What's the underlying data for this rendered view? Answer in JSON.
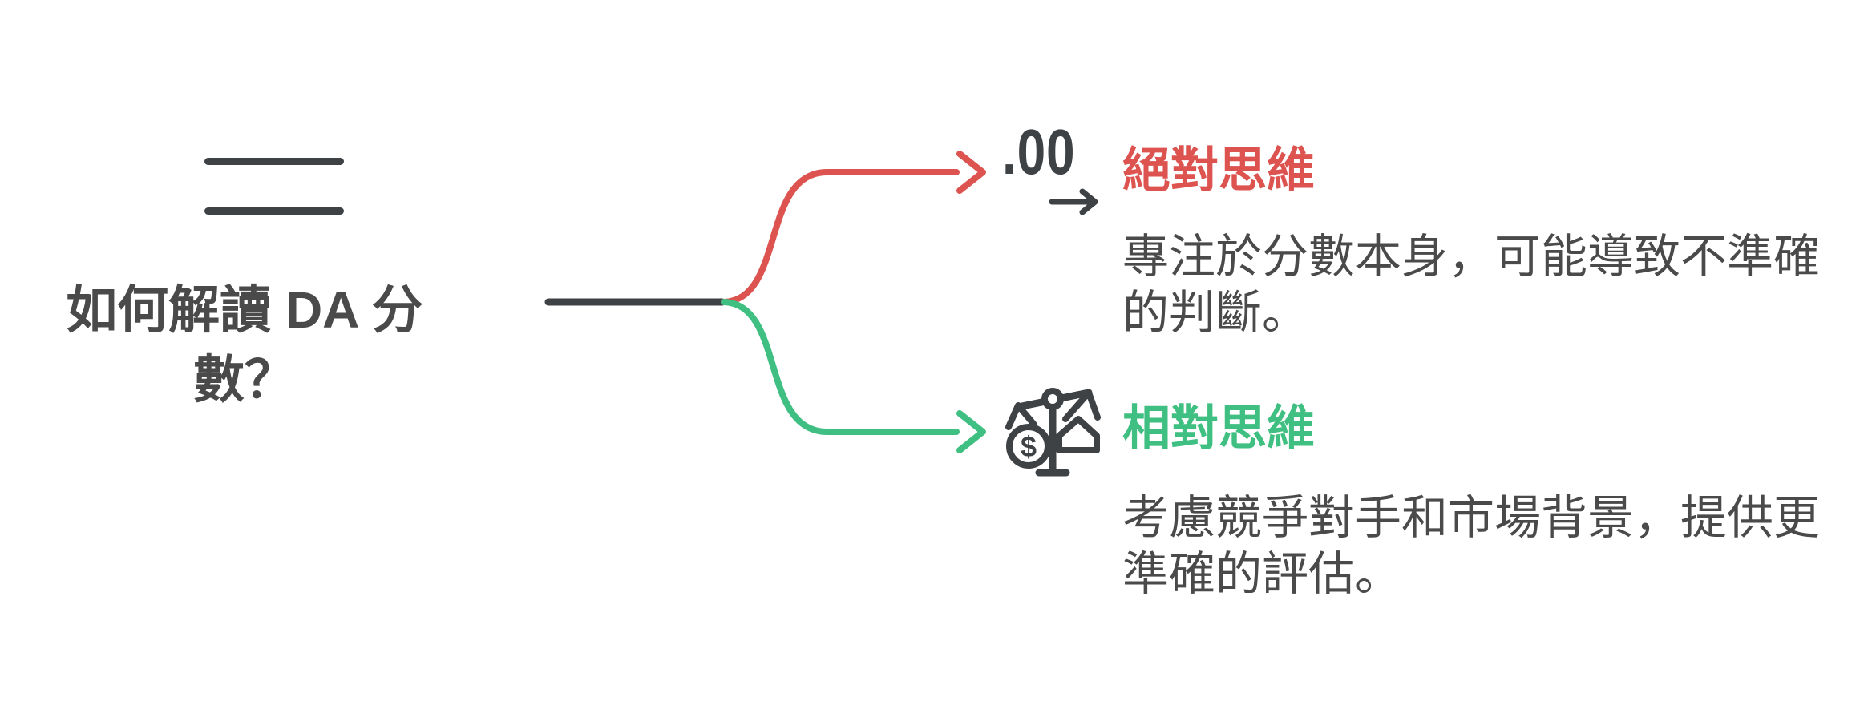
{
  "colors": {
    "dark": "#3F4245",
    "text": "#4A4A4A",
    "red": "#DC534F",
    "green": "#3FBF81"
  },
  "root": {
    "icon": "double-lines-icon",
    "title": "如何解讀 DA 分\n數？"
  },
  "branches": [
    {
      "label": "絕對思維",
      "description": "專注於分數本身，可能導致不準確的判斷。",
      "color": "#DC534F",
      "icon": "decimal-score-icon",
      "icon_text": ".00"
    },
    {
      "label": "相對思維",
      "description": "考慮競爭對手和市場背景，提供更準確的評估。",
      "color": "#3FBF81",
      "icon": "balance-scale-icon",
      "icon_text": "$"
    }
  ]
}
